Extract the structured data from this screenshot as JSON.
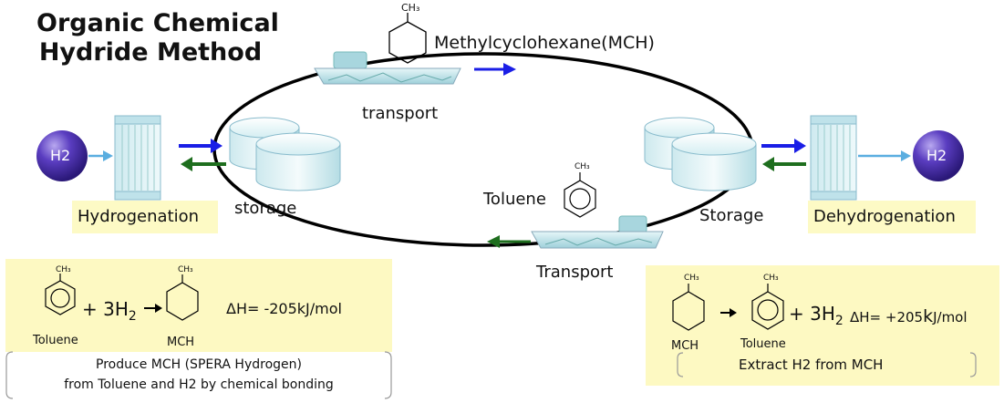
{
  "title_line1": "Organic Chemical",
  "title_line2": "Hydride Method",
  "mch_label": "Methylcyclohexane(MCH)",
  "ch3": "CH₃",
  "transport_top": "transport",
  "transport_bottom": "Transport",
  "storage_left": "storage",
  "storage_right": "Storage",
  "toluene_label": "Toluene",
  "h2_left": "H2",
  "h2_right": "H2",
  "hydrogenation": "Hydrogenation",
  "dehydrogenation": "Dehydrogenation",
  "left_box": {
    "ch3_a": "CH₃",
    "ch3_b": "CH₃",
    "plus": "+ 3H",
    "sub": "2",
    "dh": "ΔH=  -205kJ/mol",
    "toluene": "Toluene",
    "mch": "MCH",
    "line1": "Produce  MCH (SPERA Hydrogen)",
    "line2": "from Toluene and H2 by chemical bonding"
  },
  "right_box": {
    "ch3_a": "CH₃",
    "ch3_b": "CH₃",
    "plus": "+ 3H",
    "sub": "2",
    "dh": "ΔH= +205",
    "dh_k": "k",
    "dh_unit": "J/mol",
    "mch": "MCH",
    "toluene": "Toluene",
    "line1": "Extract H2 from MCH"
  },
  "colors": {
    "blue_arrow": "#1a1ee6",
    "green_arrow": "#1e6e1e",
    "h2_sphere": "#4a2ea8",
    "highlight": "#fdfac5",
    "light_arrow": "#5aaee0"
  }
}
